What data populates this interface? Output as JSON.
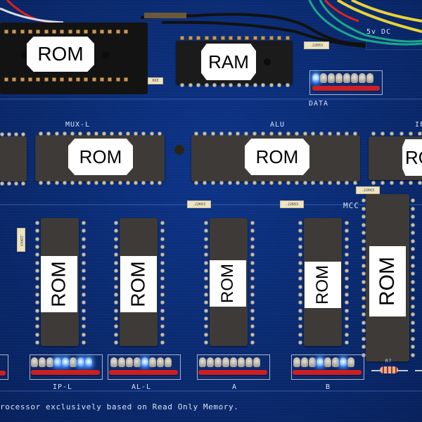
{
  "scene": "Blue PCB of a ROM-based processor with labeled memory chips and LED bar indicators",
  "chips": {
    "top_rom": {
      "label": "ROM"
    },
    "top_ram": {
      "label": "RAM"
    },
    "mux_l": {
      "label": "ROM",
      "silkscreen": "MUX-L"
    },
    "alu": {
      "label": "ROM",
      "silkscreen": "ALU"
    },
    "if_chip": {
      "label": "RO",
      "silkscreen": "IF"
    },
    "vertical_1": {
      "label": "ROM"
    },
    "vertical_2": {
      "label": "ROM"
    },
    "vertical_3": {
      "label": "ROM"
    },
    "vertical_4": {
      "label": "ROM"
    },
    "mcc": {
      "label": "ROM",
      "silkscreen": "MCC"
    }
  },
  "led_banks": [
    {
      "name": "DATA",
      "leds": [
        1,
        0,
        0,
        0,
        0,
        0,
        0,
        0
      ]
    },
    {
      "name": "IP-L",
      "leds": [
        0,
        0,
        0,
        1,
        1,
        0,
        1,
        1
      ]
    },
    {
      "name": "AL-L",
      "leds": [
        0,
        0,
        0,
        0,
        1,
        0,
        0,
        0
      ]
    },
    {
      "name": "A",
      "leds": [
        0,
        0,
        0,
        0,
        0,
        0,
        0,
        0
      ]
    },
    {
      "name": "B",
      "leds": [
        0,
        0,
        0,
        1,
        0,
        0,
        1,
        0
      ]
    }
  ],
  "capacitors": [
    ".22K63",
    ".22K63",
    ".22K63",
    ".22K63",
    ".22K63",
    "K63"
  ],
  "power_label": "5v DC",
  "resistor_label": "R7",
  "bottom_text": "rocessor exclusively based on Read Only Memory.",
  "colors": {
    "pcb": "#0a2a6e",
    "led_on": "#3a7dff",
    "led_bar": "#cc1f24",
    "chip": "#3d3a38"
  }
}
